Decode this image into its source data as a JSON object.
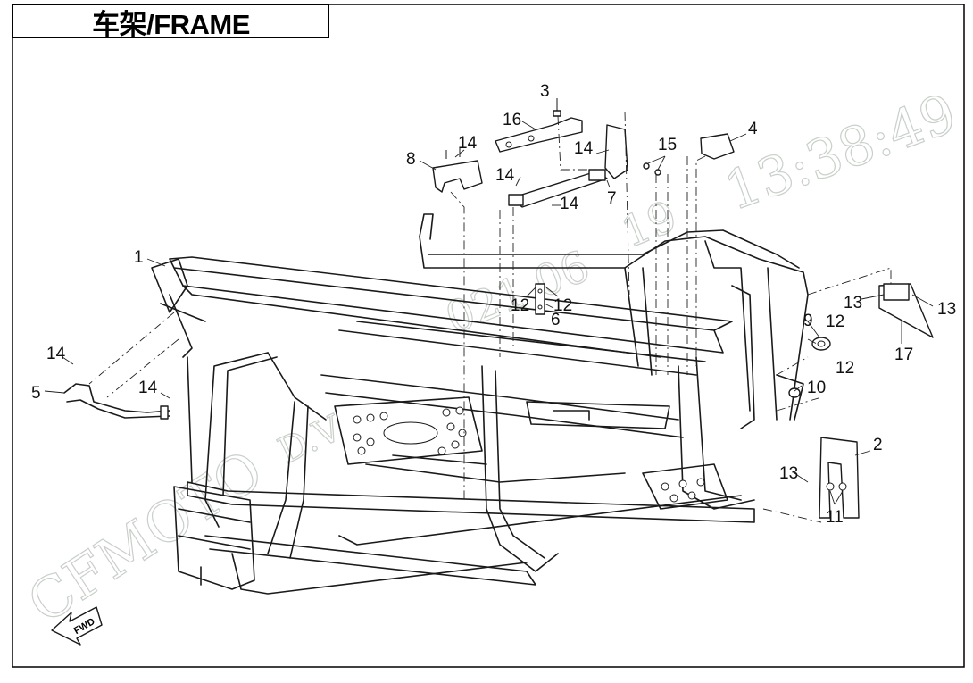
{
  "title": "车架/FRAME",
  "watermark": {
    "brand": "CFMOTO",
    "time": "13:38:49",
    "fragment_date": "19",
    "fragment_center": "021 06",
    "fragment_left": "D.V"
  },
  "fwd_label": "FWD",
  "callouts": {
    "c1": "1",
    "c2": "2",
    "c3": "3",
    "c4": "4",
    "c5": "5",
    "c6": "6",
    "c7": "7",
    "c8": "8",
    "c9": "9",
    "c10": "10",
    "c11": "11",
    "c12a": "12",
    "c12b": "12",
    "c12c": "12",
    "c12d": "12",
    "c13a": "13",
    "c13b": "13",
    "c13c": "13",
    "c14a": "14",
    "c14b": "14",
    "c14c": "14",
    "c14d": "14",
    "c14e": "14",
    "c14f": "14",
    "c15": "15",
    "c16": "16",
    "c17": "17"
  },
  "colors": {
    "ink": "#1a1a1a",
    "watermark": "#c9cfc9",
    "background": "#ffffff"
  }
}
